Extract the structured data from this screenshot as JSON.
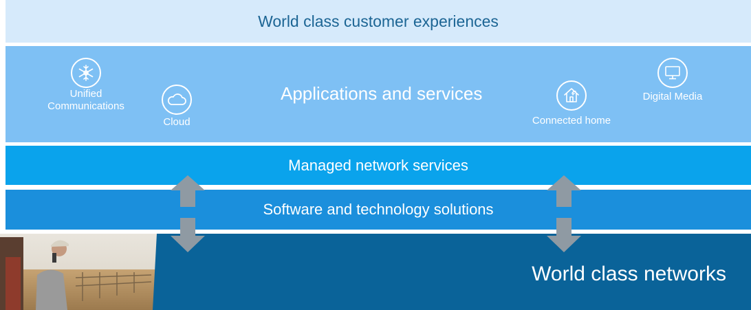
{
  "layers": {
    "customer": "World class customer experiences",
    "applications": "Applications and services",
    "managed": "Managed network services",
    "software": "Software and technology solutions",
    "networks": "World class networks"
  },
  "apps": [
    {
      "label_line1": "Unified",
      "label_line2": "Communications",
      "icon": "snowflake-icon"
    },
    {
      "label_line1": "Cloud",
      "icon": "cloud-icon"
    },
    {
      "label_line1": "Connected home",
      "icon": "home-wifi-icon"
    },
    {
      "label_line1": "Digital Media",
      "icon": "monitor-icon"
    }
  ],
  "colors": {
    "customer_band": "#d6eafb",
    "applications_band": "#7ec0f4",
    "managed_band": "#0aa3ec",
    "software_band": "#1b8fdc",
    "networks_band": "#0a6399",
    "arrows": "#8f9aa3"
  }
}
